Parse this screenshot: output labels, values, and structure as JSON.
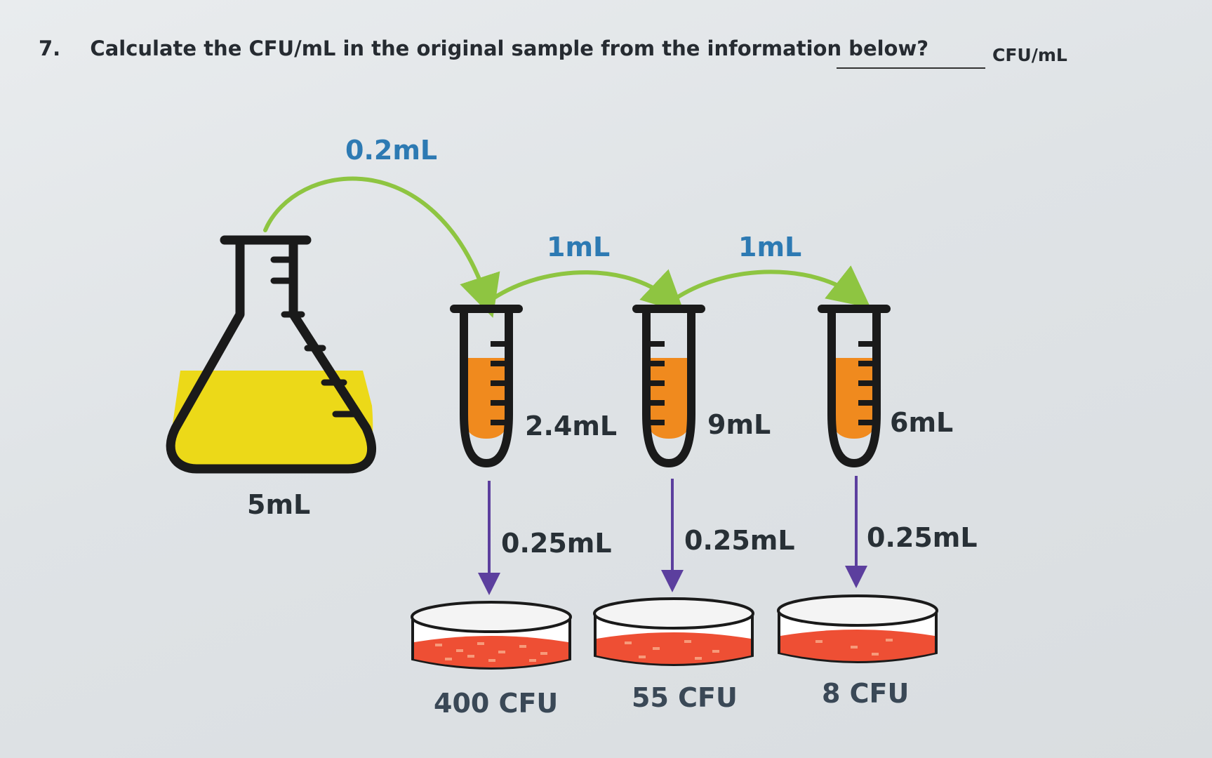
{
  "question": {
    "number": "7.",
    "text": "Calculate the CFU/mL in the original sample from the information below?",
    "unit": "CFU/mL"
  },
  "flask": {
    "volume": "5mL"
  },
  "transfers": {
    "flask_to_tube1": "0.2mL",
    "tube1_to_tube2": "1mL",
    "tube2_to_tube3": "1mL"
  },
  "tubes": [
    {
      "volume": "2.4mL",
      "plated": "0.25mL",
      "colonies": "400 CFU"
    },
    {
      "volume": "9mL",
      "plated": "0.25mL",
      "colonies": "55 CFU"
    },
    {
      "volume": "6mL",
      "plated": "0.25mL",
      "colonies": "8 CFU"
    }
  ],
  "colors": {
    "flask_liquid": "#ecd918",
    "tube_liquid": "#f08a1e",
    "agar": "#ee4f34",
    "transfer_arrow": "#8ec541",
    "plating_arrow": "#5c3f9e",
    "label_blue": "#2d7ab3",
    "outline": "#1a1a1a"
  }
}
